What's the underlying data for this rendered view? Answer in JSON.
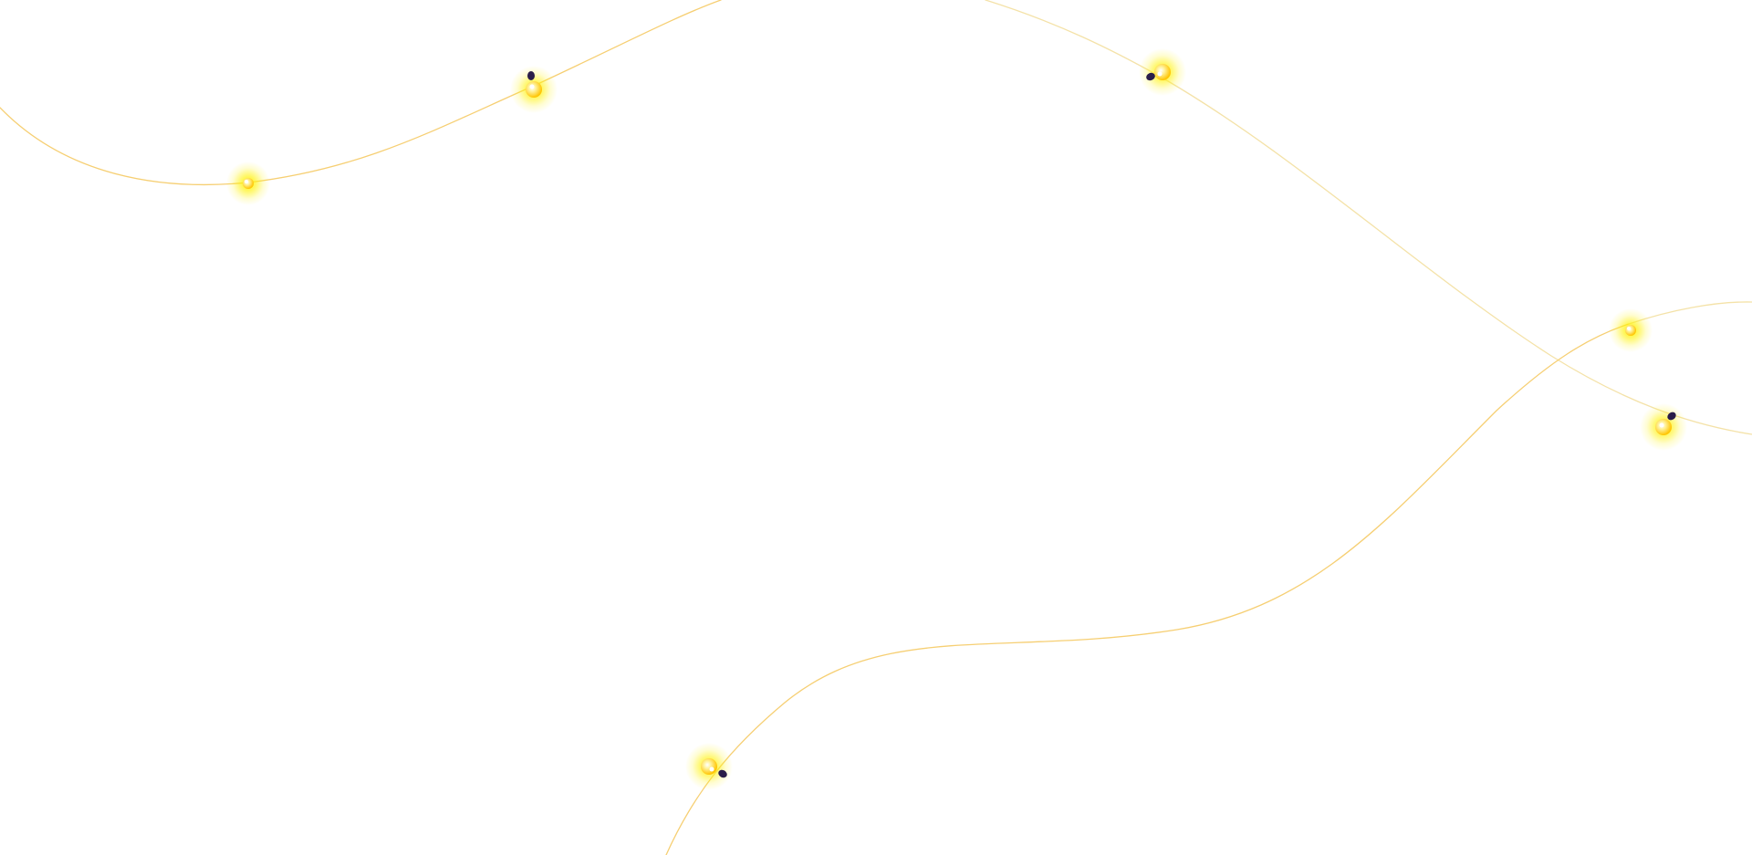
{
  "scene": {
    "background_color": "#ffffff",
    "wire_color": "#f6cf73",
    "wire_color_faint": "#f4e2a8",
    "bulb_glow_color": "#fff200",
    "bulb_core_color": "#ffd21a",
    "bulb_highlight_color": "#ffffff",
    "bulb_cap_color": "#2a1d4a",
    "wires": [
      {
        "name": "wire-top-left"
      },
      {
        "name": "wire-top-right"
      },
      {
        "name": "wire-bottom"
      },
      {
        "name": "wire-right-arc"
      }
    ],
    "bulbs": [
      {
        "name": "bulb-1",
        "has_cap": false
      },
      {
        "name": "bulb-2",
        "has_cap": true
      },
      {
        "name": "bulb-3",
        "has_cap": true
      },
      {
        "name": "bulb-4",
        "has_cap": false
      },
      {
        "name": "bulb-5",
        "has_cap": true
      },
      {
        "name": "bulb-6",
        "has_cap": true
      }
    ]
  }
}
